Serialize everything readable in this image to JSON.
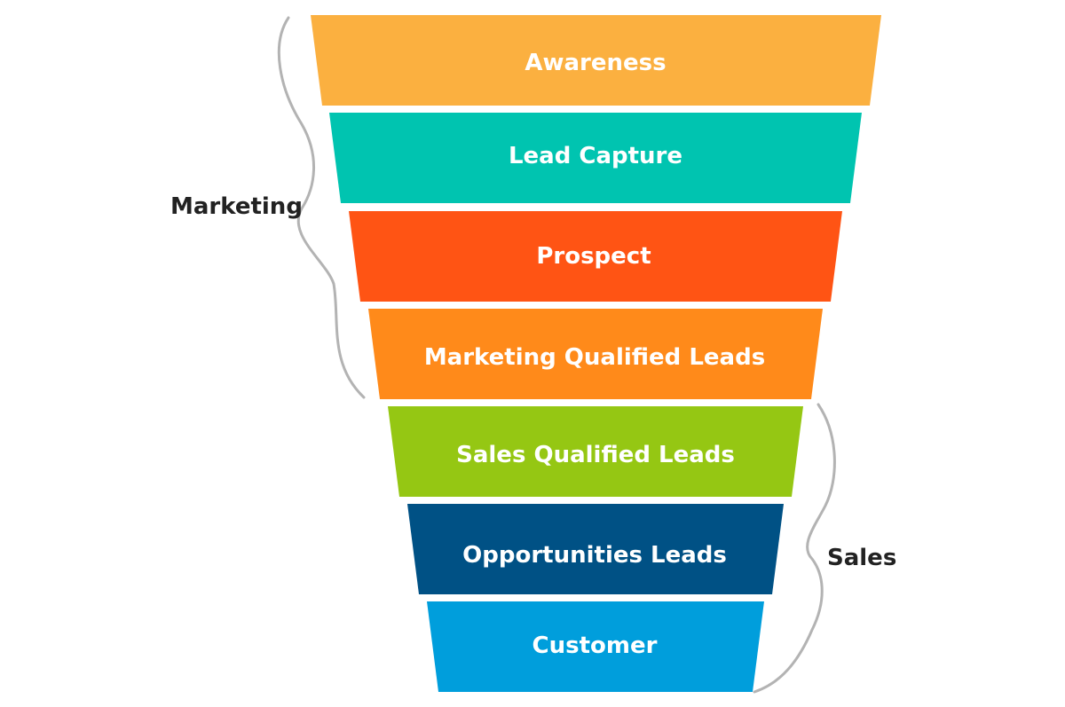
{
  "stages": [
    {
      "label": "Awareness",
      "color": "#fbb040"
    },
    {
      "label": "Lead Capture",
      "color": "#00c4b0"
    },
    {
      "label": "Prospect",
      "color": "#ff5414"
    },
    {
      "label": "Marketing Qualified Leads",
      "color": "#ff8a1a"
    },
    {
      "label": "Sales Qualified Leads",
      "color": "#95c713"
    },
    {
      "label": "Opportunities Leads",
      "color": "#005185"
    },
    {
      "label": "Customer",
      "color": "#009edc"
    }
  ],
  "groups": {
    "marketing": {
      "label": "Marketing"
    },
    "sales": {
      "label": "Sales"
    }
  }
}
